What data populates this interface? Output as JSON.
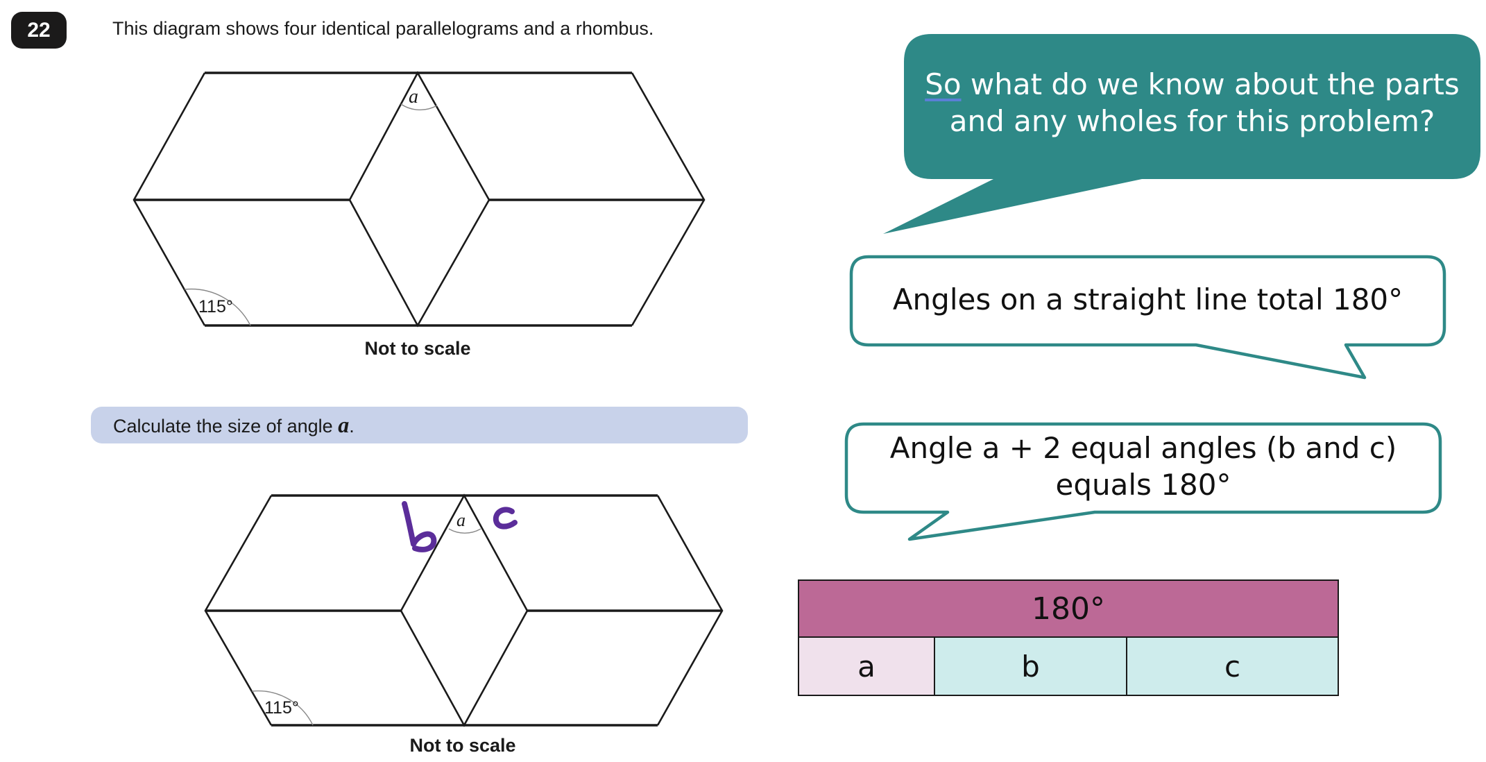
{
  "question": {
    "number": "22",
    "intro": "This diagram shows four identical parallelograms and a rhombus.",
    "prompt_text": "Calculate the size of angle ",
    "prompt_var": "a",
    "prompt_end": "."
  },
  "diagram_top": {
    "angle_label_a": "a",
    "angle_label_known": "115°",
    "caption": "Not to scale"
  },
  "diagram_bottom": {
    "angle_label_a": "a",
    "angle_label_known": "115°",
    "caption": "Not to scale",
    "handwritten_b": "b",
    "handwritten_c": "c"
  },
  "callouts": {
    "teal_prefix": "So",
    "teal_line1_rest": " what do we know about the parts",
    "teal_line2": "and any wholes for this problem?",
    "box1": "Angles on a straight line total 180°",
    "box2_line1": "Angle a + 2 equal angles (b and c)",
    "box2_line2": "equals 180°"
  },
  "bar_model": {
    "whole": "180°",
    "parts": [
      "a",
      "b",
      "c"
    ]
  },
  "colors": {
    "teal": "#2e8987",
    "whole_bar": "#bc6996",
    "part_a": "#f0e1ec",
    "part_bc": "#ceecec",
    "prompt_bg": "#c8d2ea",
    "handwriting": "#5b2d9a"
  }
}
